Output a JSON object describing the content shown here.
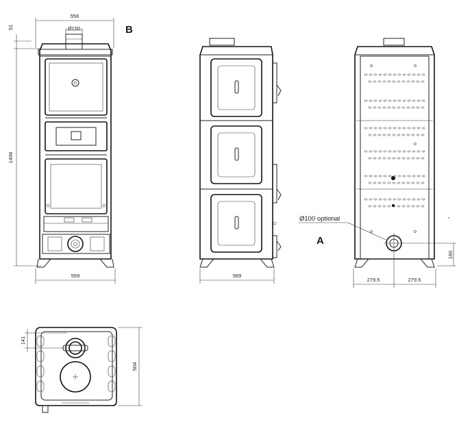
{
  "labels": {
    "view_b": "B",
    "view_a": "A",
    "flue_optional": "Ø100 optional"
  },
  "dimensions": {
    "top_width": "556",
    "top_offset": "51",
    "flue_diameter": "Ø150",
    "total_height": "1496",
    "front_width": "559",
    "side_width": "569",
    "rear_left": "279.5",
    "rear_right": "279.5",
    "outlet_height": "160",
    "plan_depth_offset": "141",
    "plan_depth": "504"
  }
}
